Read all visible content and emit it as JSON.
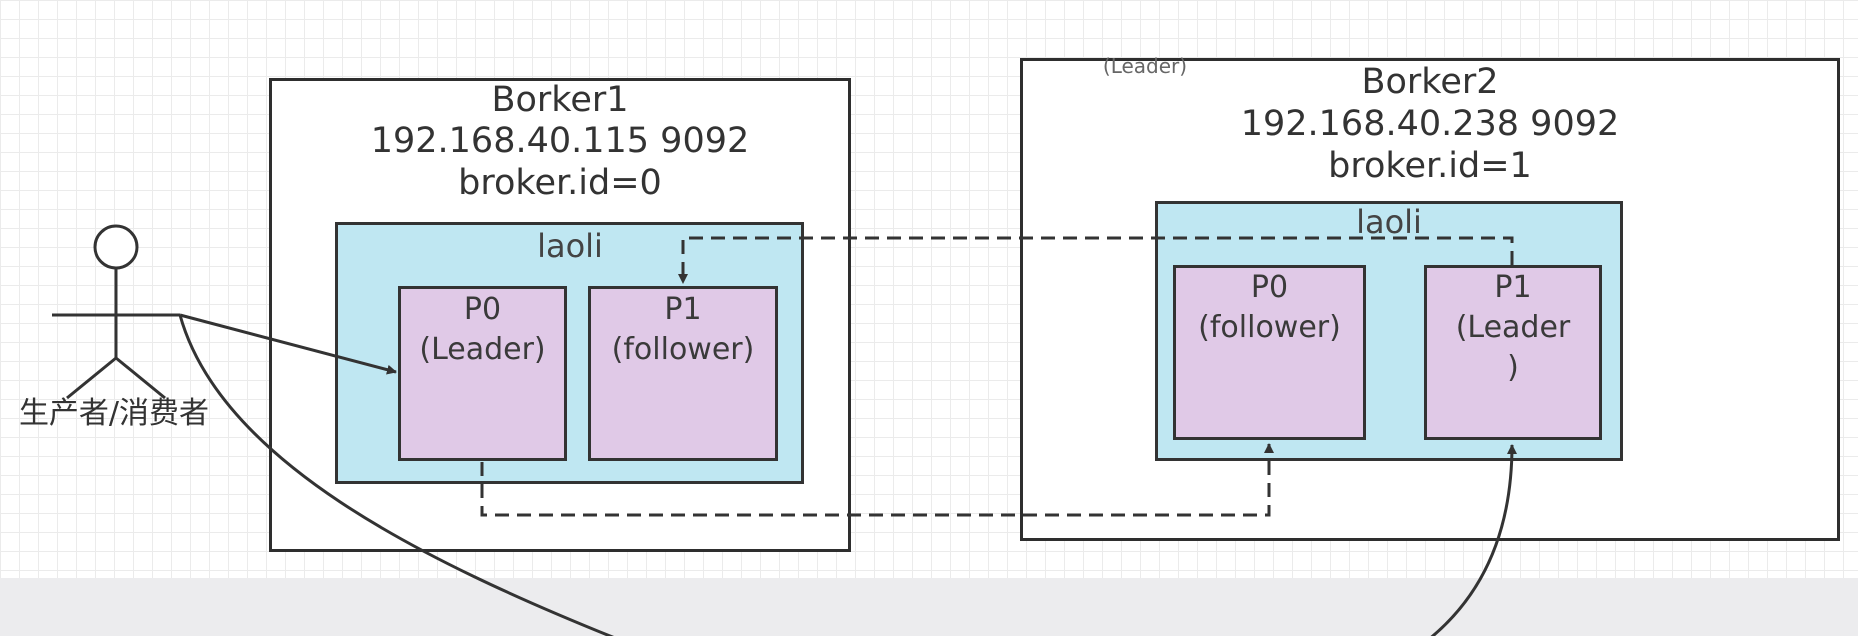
{
  "colors": {
    "grid": "#ebebeb",
    "broker_border": "#2e2e2e",
    "topic_fill": "#bfe7f2",
    "partition_fill": "#e0c9e7",
    "bottom_bar": "#ececee"
  },
  "actor": {
    "icon": "stick-figure-icon",
    "label": "生产者/消费者"
  },
  "brokers": [
    {
      "title": "Borker1",
      "address": "192.168.40.115 9092",
      "broker_id": "broker.id=0",
      "topic": "laoli",
      "partitions": [
        {
          "name": "P0",
          "role": "(Leader)"
        },
        {
          "name": "P1",
          "role": "(follower)"
        }
      ]
    },
    {
      "title": "Borker2",
      "address": "192.168.40.238 9092",
      "broker_id": "broker.id=1",
      "floating_label": "(Leader)",
      "topic": "laoli",
      "partitions": [
        {
          "name": "P0",
          "role": "(follower)"
        },
        {
          "name": "P1",
          "role": "(Leader\n)"
        }
      ]
    }
  ]
}
